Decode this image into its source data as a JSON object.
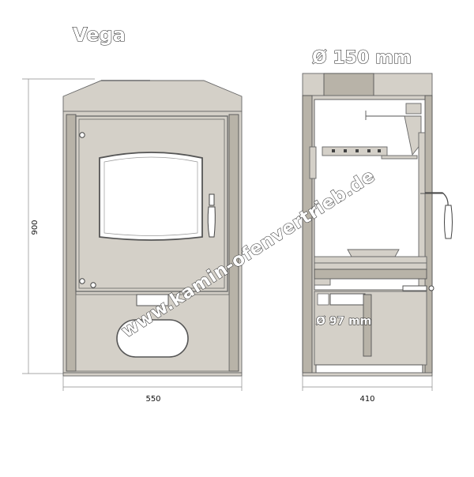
{
  "front_view": {
    "model_name": "Vega",
    "height_label": "900",
    "width_label": "550"
  },
  "side_view": {
    "flue_diameter_label": "Ø 150 mm",
    "air_inlet_label": "Ø 97 mm",
    "depth_label": "410"
  },
  "watermark": {
    "text": "www.kamin-ofenvertrieb.de"
  },
  "colors": {
    "panel_fill": "#d4d0c8",
    "line": "#333333",
    "background": "#ffffff"
  }
}
